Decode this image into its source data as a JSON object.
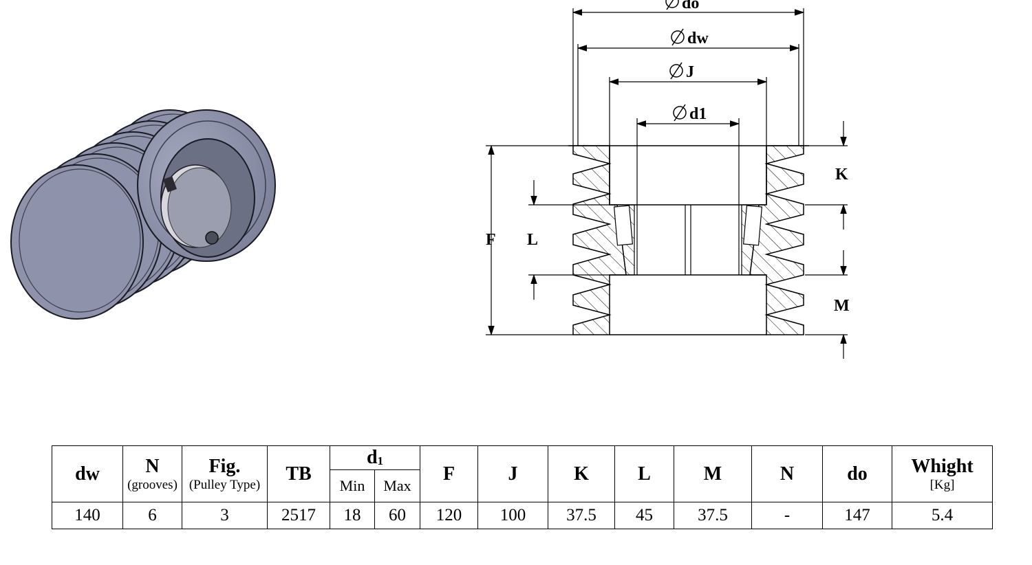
{
  "drawing": {
    "dim_labels": {
      "do": "do",
      "dw": "dw",
      "J": "J",
      "d1": "d1",
      "K": "K",
      "L_side": "L",
      "F_side": "F",
      "M_side": "M"
    }
  },
  "table": {
    "headers": {
      "dw": "dw",
      "N_grooves": "N",
      "N_grooves_sub": "(grooves)",
      "Fig": "Fig.",
      "Fig_sub": "(Pulley Type)",
      "TB": "TB",
      "d1_main": "d",
      "d1_index": "1",
      "Min": "Min",
      "Max": "Max",
      "F": "F",
      "J": "J",
      "K": "K",
      "L": "L",
      "M": "M",
      "N": "N",
      "do": "do",
      "Weight": "Whight",
      "Weight_sub": "[Kg]"
    },
    "row": {
      "dw": "140",
      "N_grooves": "6",
      "Fig": "3",
      "TB": "2517",
      "Min": "18",
      "Max": "60",
      "F": "120",
      "J": "100",
      "K": "37.5",
      "L": "45",
      "M": "37.5",
      "N": "-",
      "do": "147",
      "Weight": "5.4"
    }
  },
  "colors": {
    "pulley_body": "#8e93ab",
    "pulley_edge": "#1a1a22",
    "bore": "#5f6478",
    "bushing": "#d4d4da"
  }
}
